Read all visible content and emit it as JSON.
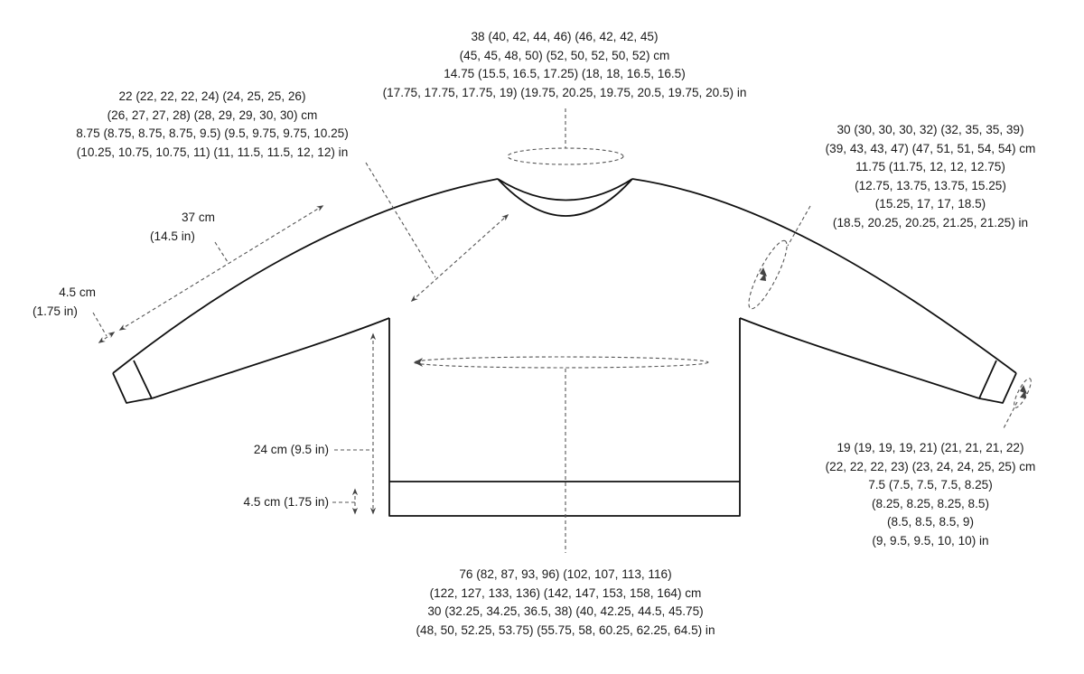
{
  "diagram": {
    "subject": "Sweater schematic",
    "measurements": {
      "neck_circumference": {
        "lines": [
          "38 (40, 42, 44, 46) (46, 42, 42, 45)",
          "(45, 45, 48, 50) (52, 50, 52, 50, 52) cm",
          "14.75 (15.5, 16.5, 17.25) (18, 18, 16.5, 16.5)",
          "(17.75, 17.75, 17.75, 19) (19.75, 20.25, 19.75, 20.5, 19.75, 20.5) in"
        ]
      },
      "yoke_depth": {
        "lines": [
          "22 (22, 22, 22, 24) (24, 25, 25, 26)",
          "(26, 27, 27, 28) (28, 29, 29, 30, 30) cm",
          "8.75 (8.75, 8.75, 8.75, 9.5) (9.5, 9.75, 9.75, 10.25)",
          "(10.25, 10.75, 10.75, 11) (11, 11.5, 11.5, 12, 12) in"
        ]
      },
      "upper_arm_circumference": {
        "lines": [
          "30 (30, 30, 30, 32) (32, 35, 35, 39)",
          "(39, 43, 43, 47) (47, 51, 51, 54, 54) cm",
          "11.75 (11.75, 12, 12, 12.75)",
          "(12.75, 13.75, 13.75, 15.25)",
          "(15.25, 17, 17, 18.5)",
          "(18.5, 20.25, 20.25, 21.25, 21.25) in"
        ]
      },
      "sleeve_length": {
        "lines": [
          "37 cm",
          "(14.5 in)"
        ]
      },
      "cuff_depth": {
        "lines": [
          "4.5 cm",
          "(1.75 in)"
        ]
      },
      "wrist_circumference": {
        "lines": [
          "19 (19, 19, 19, 21) (21, 21, 21, 22)",
          "(22, 22, 22, 23) (23, 24, 24, 25, 25) cm",
          "7.5 (7.5, 7.5, 7.5, 8.25)",
          "(8.25, 8.25, 8.25, 8.5)",
          "(8.5, 8.5, 8.5, 9)",
          "(9, 9.5, 9.5, 10, 10) in"
        ]
      },
      "body_length": {
        "lines": [
          "24 cm (9.5 in)"
        ]
      },
      "hem_depth": {
        "lines": [
          "4.5 cm (1.75 in)"
        ]
      },
      "chest_circumference": {
        "lines": [
          "76 (82, 87, 93, 96) (102, 107, 113, 116)",
          "(122, 127, 133, 136) (142, 147, 153, 158, 164) cm",
          "30 (32.25, 34.25, 36.5, 38) (40, 42.25, 44.5, 45.75)",
          "(48, 50, 52.25, 53.75) (55.75, 58, 60.25, 62.25, 64.5) in"
        ]
      }
    },
    "colors": {
      "outline": "#111111",
      "dimension_lines": "#555555",
      "background": "#ffffff"
    }
  }
}
